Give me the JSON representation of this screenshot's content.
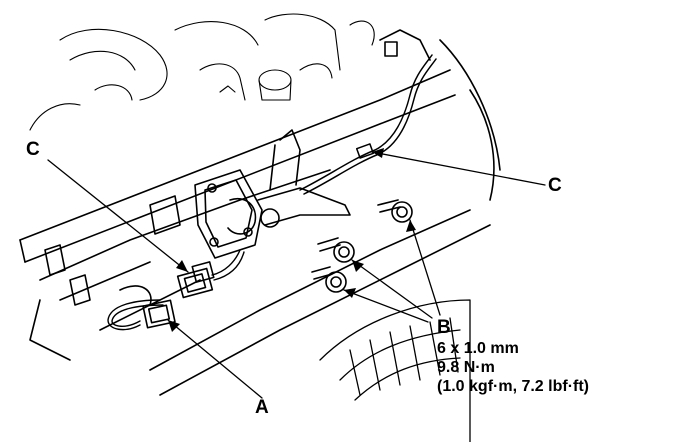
{
  "callouts": {
    "c_left": "C",
    "c_right": "C",
    "a": "A",
    "b": "B"
  },
  "spec": {
    "bolt_size": "6 x 1.0 mm",
    "torque_nm": "9.8 N·m",
    "torque_alt": "(1.0 kgf·m, 7.2 lbf·ft)"
  },
  "colors": {
    "ink": "#000000",
    "paper": "#ffffff"
  }
}
